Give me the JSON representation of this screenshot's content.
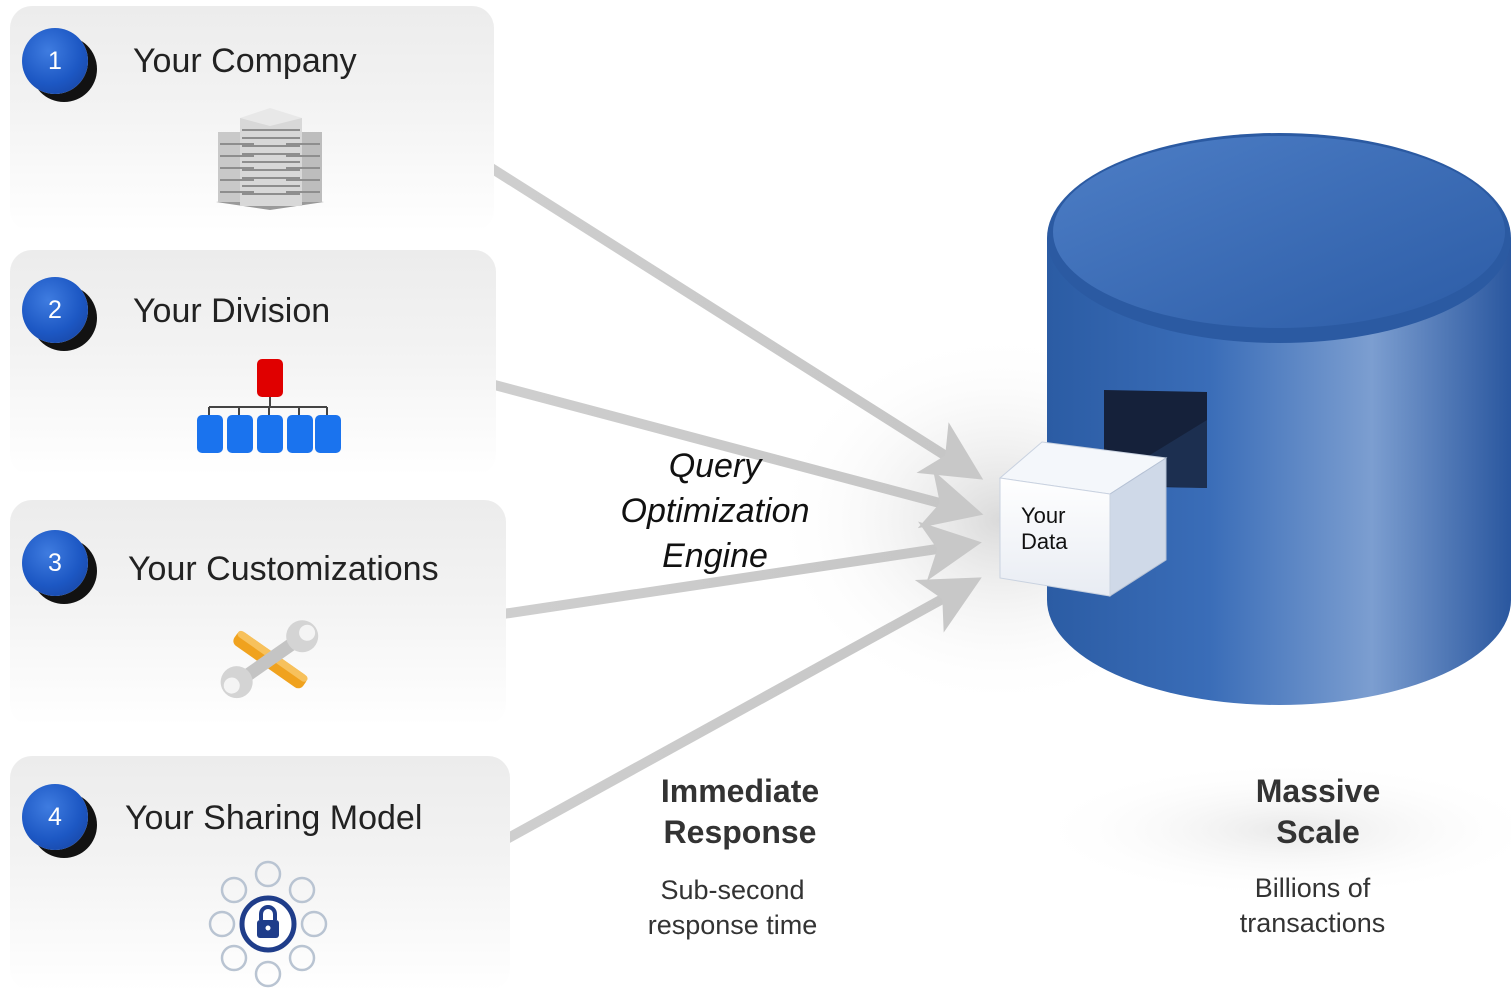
{
  "sources": [
    {
      "number": "1",
      "label": "Your Company",
      "icon": "office-building-icon"
    },
    {
      "number": "2",
      "label": "Your Division",
      "icon": "org-chart-icon"
    },
    {
      "number": "3",
      "label": "Your Customizations",
      "icon": "wrench-tools-icon"
    },
    {
      "number": "4",
      "label": "Your Sharing Model",
      "icon": "lock-sharing-icon"
    }
  ],
  "engine": {
    "line1": "Query",
    "line2": "Optimization",
    "line3": "Engine"
  },
  "database": {
    "data_line1": "Your",
    "data_line2": "Data",
    "icon": "database-cylinder-icon"
  },
  "metrics": {
    "response": {
      "title_line1": "Immediate",
      "title_line2": "Response",
      "sub_line1": "Sub-second",
      "sub_line2": "response time"
    },
    "scale": {
      "title_line1": "Massive",
      "title_line2": "Scale",
      "sub_line1": "Billions of",
      "sub_line2": "transactions"
    }
  },
  "colors": {
    "badge": "#1d58c4",
    "database": "#2a5ea8",
    "org_top": "#e00000",
    "org_nodes": "#1a73ee",
    "arrow": "#cccccc"
  }
}
